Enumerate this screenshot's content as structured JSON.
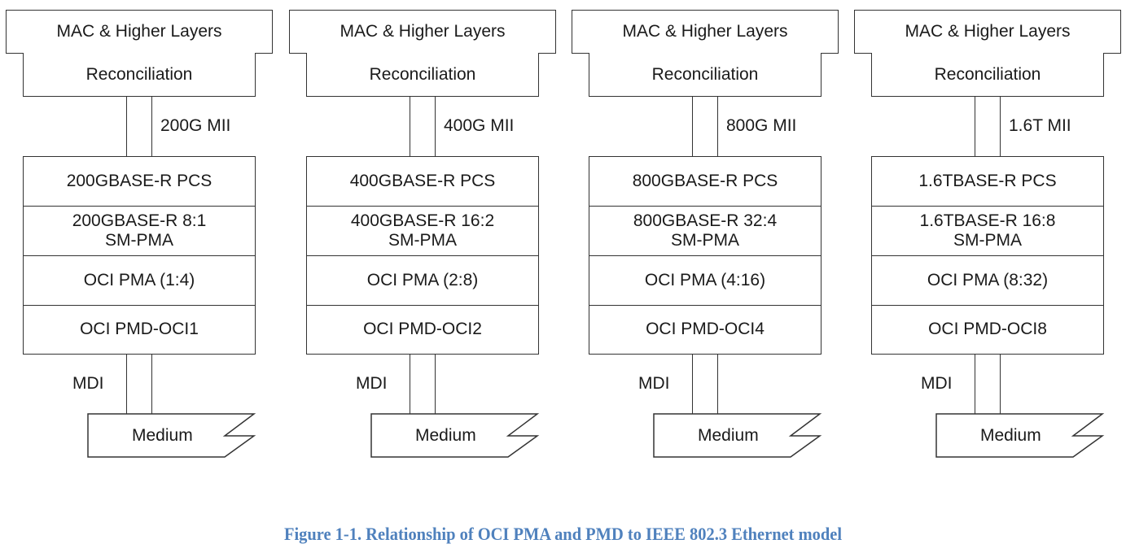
{
  "diagram": {
    "title": "Relationship of OCI PMA and PMD to IEEE 802.3 Ethernet model",
    "columns": [
      {
        "mac": "MAC & Higher Layers",
        "reconciliation": "Reconciliation",
        "mii": "200G MII",
        "pcs": "200GBASE-R PCS",
        "sm_pma_line1": "200GBASE-R 8:1",
        "sm_pma_line2": "SM-PMA",
        "oci_pma": "OCI PMA (1:4)",
        "oci_pmd": "OCI PMD-OCI1",
        "mdi": "MDI",
        "medium": "Medium"
      },
      {
        "mac": "MAC & Higher Layers",
        "reconciliation": "Reconciliation",
        "mii": "400G MII",
        "pcs": "400GBASE-R PCS",
        "sm_pma_line1": "400GBASE-R 16:2",
        "sm_pma_line2": "SM-PMA",
        "oci_pma": "OCI PMA (2:8)",
        "oci_pmd": "OCI PMD-OCI2",
        "mdi": "MDI",
        "medium": "Medium"
      },
      {
        "mac": "MAC & Higher Layers",
        "reconciliation": "Reconciliation",
        "mii": "800G MII",
        "pcs": "800GBASE-R PCS",
        "sm_pma_line1": "800GBASE-R 32:4",
        "sm_pma_line2": "SM-PMA",
        "oci_pma": "OCI PMA (4:16)",
        "oci_pmd": "OCI PMD-OCI4",
        "mdi": "MDI",
        "medium": "Medium"
      },
      {
        "mac": "MAC & Higher Layers",
        "reconciliation": "Reconciliation",
        "mii": "1.6T MII",
        "pcs": "1.6TBASE-R PCS",
        "sm_pma_line1": "1.6TBASE-R 16:8",
        "sm_pma_line2": "SM-PMA",
        "oci_pma": "OCI PMA (8:32)",
        "oci_pmd": "OCI PMD-OCI8",
        "mdi": "MDI",
        "medium": "Medium"
      }
    ]
  },
  "caption": "Figure 1-1. Relationship of OCI PMA and PMD to IEEE 802.3 Ethernet model",
  "colors": {
    "caption": "#4f81bd",
    "lines": "#333333"
  }
}
